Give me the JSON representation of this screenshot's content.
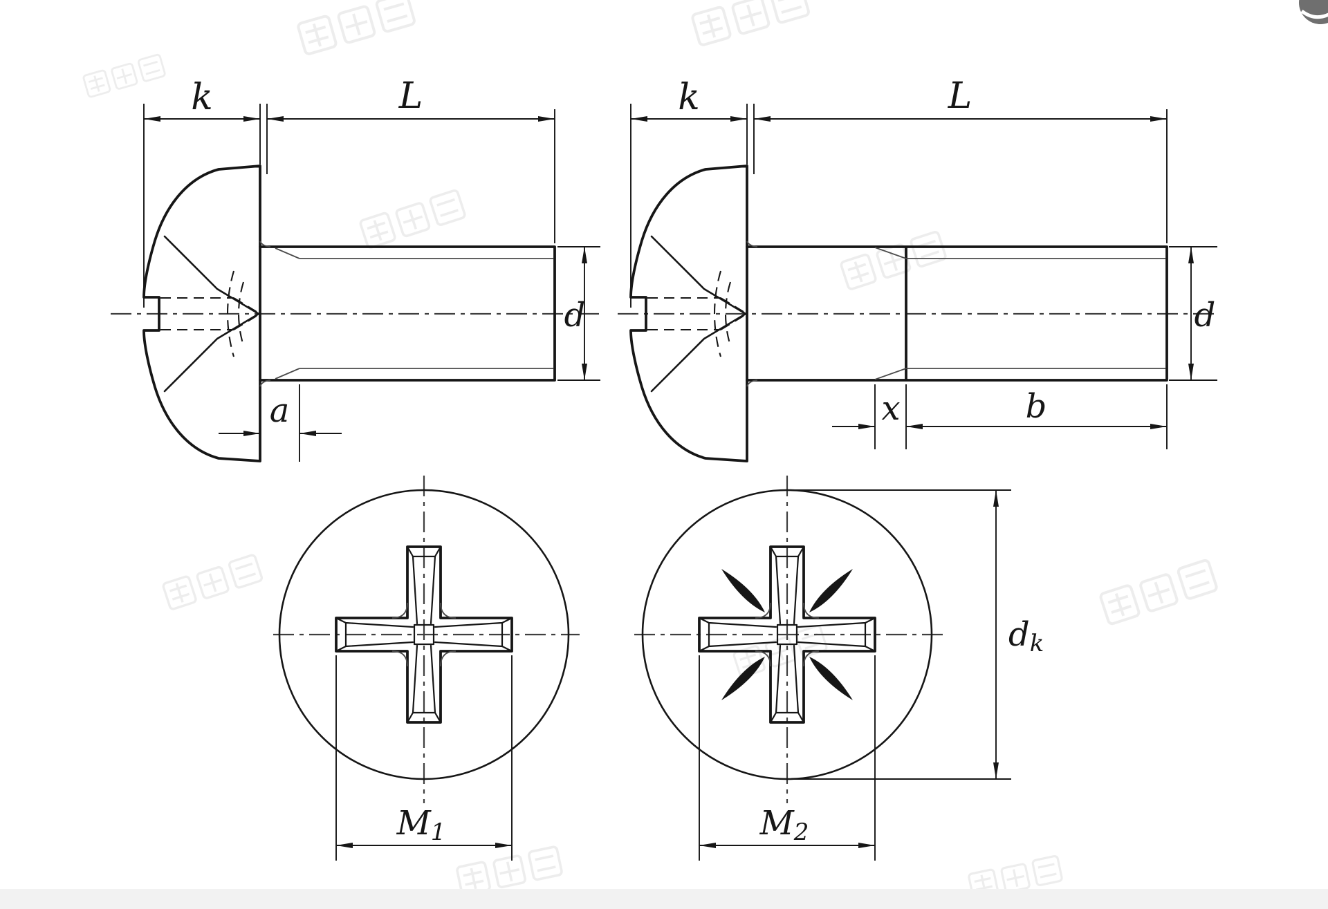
{
  "page": {
    "background": "#ffffff",
    "bottom_band": "#f2f2f2"
  },
  "colors": {
    "ink": "#161616",
    "thin_line": "#4a4a4a",
    "centerline": "#3f3f3f",
    "watermark": "#c6c6c6",
    "logo_gray": "#6f6f6f"
  },
  "labels": {
    "left_screw": {
      "head_height": "k",
      "length": "L",
      "unthreaded": "a",
      "diameter": "d"
    },
    "right_screw": {
      "head_height": "k",
      "length": "L",
      "runout": "x",
      "thread_length": "b",
      "diameter": "d"
    },
    "left_recess": {
      "main": "M",
      "sub": "1"
    },
    "right_recess": {
      "main": "M",
      "sub": "2"
    },
    "head_diameter": {
      "main": "d",
      "sub": "k"
    }
  }
}
